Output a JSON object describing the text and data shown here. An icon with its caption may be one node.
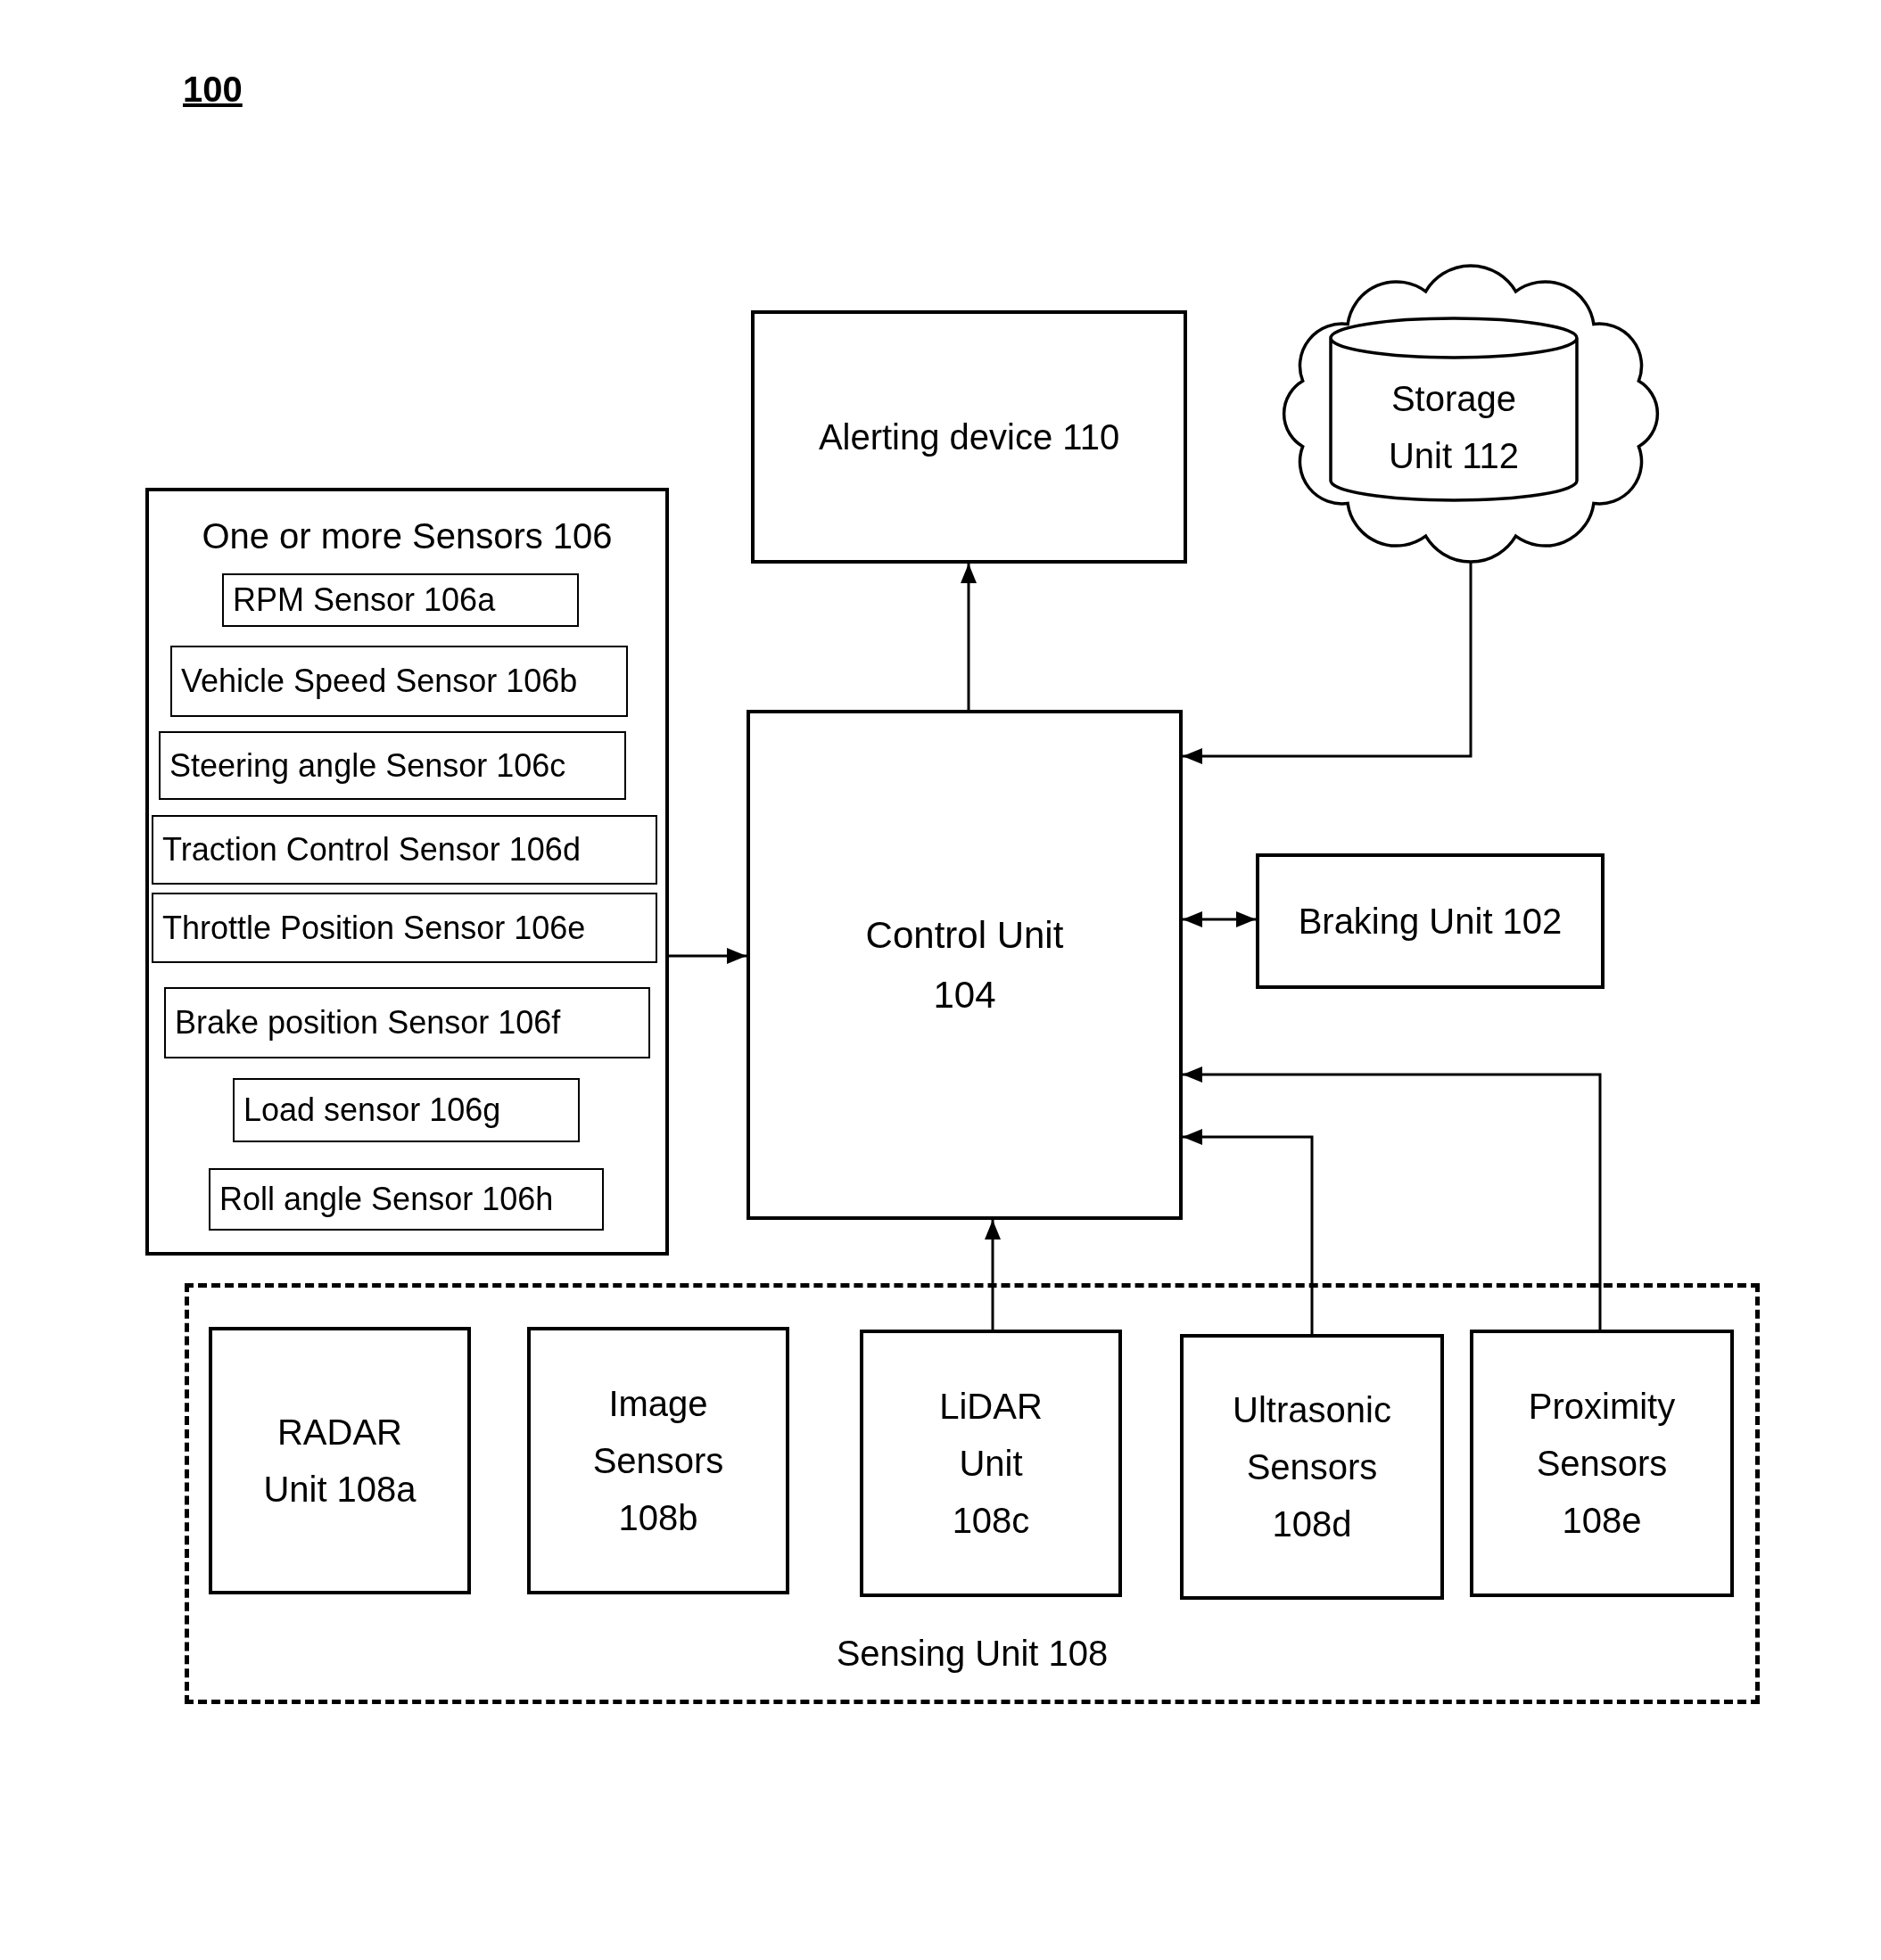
{
  "diagram": {
    "nodes": [
      {
        "text": [
          "Alerting device 110"
        ]
      },
      {
        "text": [],
        "shape": "cloud"
      },
      {
        "text": [
          "Storage Unit 112"
        ],
        "in": 1
      },
      {
        "text": [
          "One or more Sensors 106"
        ]
      },
      {
        "text": [
          "RPM Sensor 106a"
        ],
        "in": 3
      },
      {
        "text": [
          "Vehicle Speed Sensor 106b"
        ],
        "in": 3
      },
      {
        "text": [
          "Steering angle Sensor 106c"
        ],
        "in": 3
      },
      {
        "text": [
          "Traction Control Sensor 106d"
        ],
        "in": 3
      },
      {
        "text": [
          "Throttle Position Sensor 106e"
        ],
        "in": 3
      },
      {
        "text": [
          "Brake position Sensor 106f"
        ],
        "in": 3
      },
      {
        "text": [
          "Load sensor 106g"
        ],
        "in": 3
      },
      {
        "text": [
          "Roll angle Sensor 106h"
        ],
        "in": 3
      },
      {
        "text": [
          "Control Unit 104"
        ]
      },
      {
        "text": [
          "Braking Unit 102"
        ]
      },
      {
        "text": [
          "Sensing Unit 108"
        ]
      },
      {
        "text": [
          "RADAR Unit 108a"
        ],
        "in": 14
      },
      {
        "text": [
          "Image Sensors 108b"
        ],
        "in": 14
      },
      {
        "text": [
          "LiDAR Unit 108c"
        ],
        "in": 14
      },
      {
        "text": [
          "Ultrasonic Sensors 108d"
        ],
        "in": 14
      },
      {
        "text": [
          "Proximity Sensors 108e"
        ],
        "in": 14
      }
    ],
    "edges": [
      {
        "from": 3,
        "to": 12,
        "arrow": "to"
      },
      {
        "from": 12,
        "to": 0,
        "arrow": "to"
      },
      {
        "from": 1,
        "to": 12,
        "arrow": "to"
      },
      {
        "from": 12,
        "to": 13,
        "arrow": "both"
      },
      {
        "from": 19,
        "to": 12,
        "arrow": "to"
      },
      {
        "from": 18,
        "to": 12,
        "arrow": "to"
      },
      {
        "from": 17,
        "to": 12,
        "arrow": "to"
      }
    ],
    "labels": [
      "100"
    ]
  }
}
